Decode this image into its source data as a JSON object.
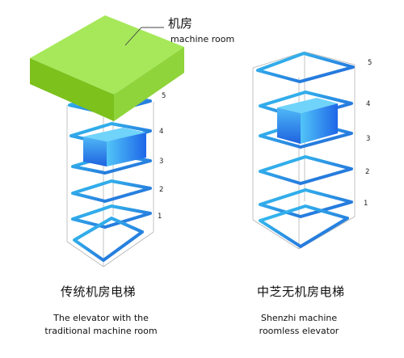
{
  "annotation": {
    "cn": "机房",
    "en": "machine room"
  },
  "left": {
    "cn": "传统机房电梯",
    "en_line1": "The elevator with the",
    "en_line2": "traditional machine room",
    "floors": [
      "5",
      "4",
      "3",
      "2",
      "1"
    ]
  },
  "right": {
    "cn": "中芝无机房电梯",
    "en_line1": "Shenzhi machine",
    "en_line2": "roomless elevator",
    "floors": [
      "5",
      "4",
      "3",
      "2",
      "1"
    ]
  },
  "colors": {
    "machine_room_top": "#a6e85a",
    "machine_room_side": "#7cc11c",
    "ring_dark": "#1f5fd6",
    "ring_light": "#38c8f2",
    "car_light": "#52c5f8",
    "car_dark": "#1e66e8",
    "frame": "#b0b0b0"
  }
}
